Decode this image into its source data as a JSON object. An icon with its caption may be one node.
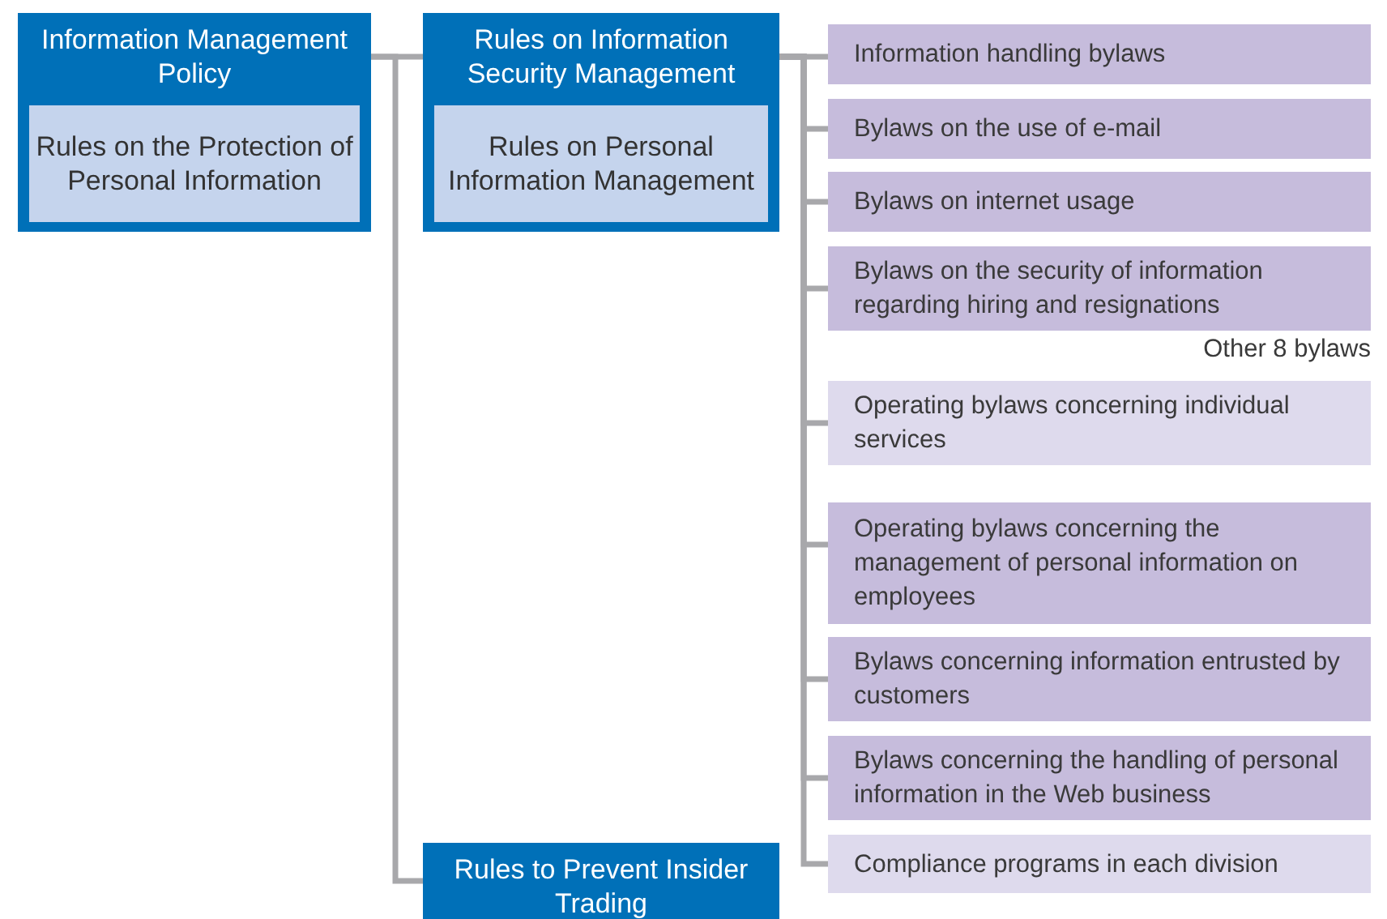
{
  "diagram": {
    "nodes": [
      {
        "text": [
          "Information Management Policy"
        ]
      },
      {
        "text": [
          "Rules on the Protection of Personal Information"
        ],
        "in": 0
      },
      {
        "text": [
          "Rules on Information Security Management"
        ]
      },
      {
        "text": [
          "Rules on Personal Information Management"
        ],
        "in": 2
      },
      {
        "text": [
          "Rules to Prevent Insider Trading"
        ]
      },
      {
        "text": [
          "Information handling bylaws"
        ]
      },
      {
        "text": [
          "Bylaws on the use of e-mail"
        ]
      },
      {
        "text": [
          "Bylaws on internet usage"
        ]
      },
      {
        "text": [
          "Bylaws on the security of information regarding hiring and resignations"
        ]
      },
      {
        "text": [
          "Operating bylaws concerning individual services"
        ]
      },
      {
        "text": [
          "Operating bylaws concerning the management of personal information on employees"
        ]
      },
      {
        "text": [
          "Bylaws concerning information entrusted by customers"
        ]
      },
      {
        "text": [
          "Bylaws concerning the handling of personal information in the Web business"
        ]
      },
      {
        "text": [
          "Compliance programs in each division"
        ]
      }
    ],
    "edges": [
      {
        "from": 0,
        "to": 2,
        "arrow": "none"
      },
      {
        "from": 0,
        "to": 4,
        "arrow": "none"
      },
      {
        "from": 2,
        "to": 5,
        "arrow": "none"
      },
      {
        "from": 2,
        "to": 6,
        "arrow": "none"
      },
      {
        "from": 2,
        "to": 7,
        "arrow": "none"
      },
      {
        "from": 2,
        "to": 8,
        "arrow": "none"
      },
      {
        "from": 2,
        "to": 9,
        "arrow": "none"
      },
      {
        "from": 2,
        "to": 10,
        "arrow": "none"
      },
      {
        "from": 2,
        "to": 11,
        "arrow": "none"
      },
      {
        "from": 2,
        "to": 12,
        "arrow": "none"
      },
      {
        "from": 2,
        "to": 13,
        "arrow": "none"
      }
    ],
    "labels": [
      "Other 8 bylaws"
    ]
  }
}
